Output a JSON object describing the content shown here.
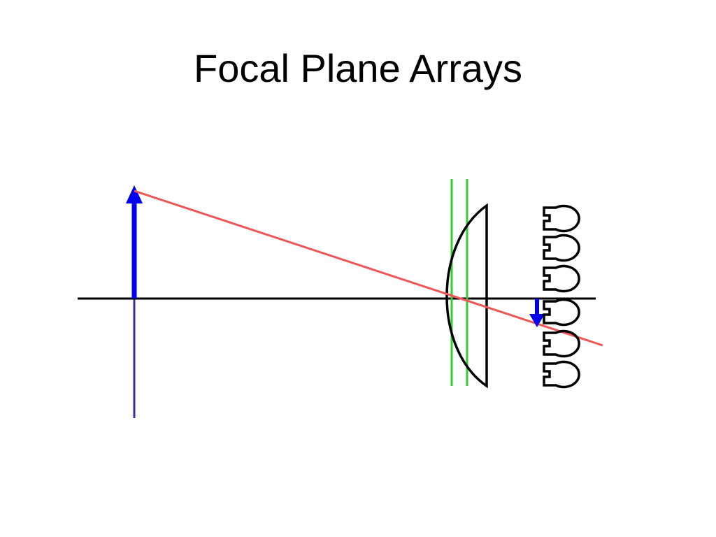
{
  "slide": {
    "title": "Focal Plane Arrays"
  },
  "colors": {
    "background": "#ffffff",
    "optical_axis": "#000000",
    "object_arrow": "#0000ee",
    "object_stem": "#333399",
    "ray": "#ee5555",
    "focal_lines": "#33cc33",
    "lens": "#000000",
    "image_arrow": "#0000ee",
    "detectors": "#000000"
  },
  "diagram": {
    "elements": [
      "optical-axis",
      "object-arrow",
      "chief-ray",
      "focal-plane-lines",
      "plano-convex-lens",
      "image-arrow",
      "detector-array"
    ],
    "detector_count": 6
  }
}
